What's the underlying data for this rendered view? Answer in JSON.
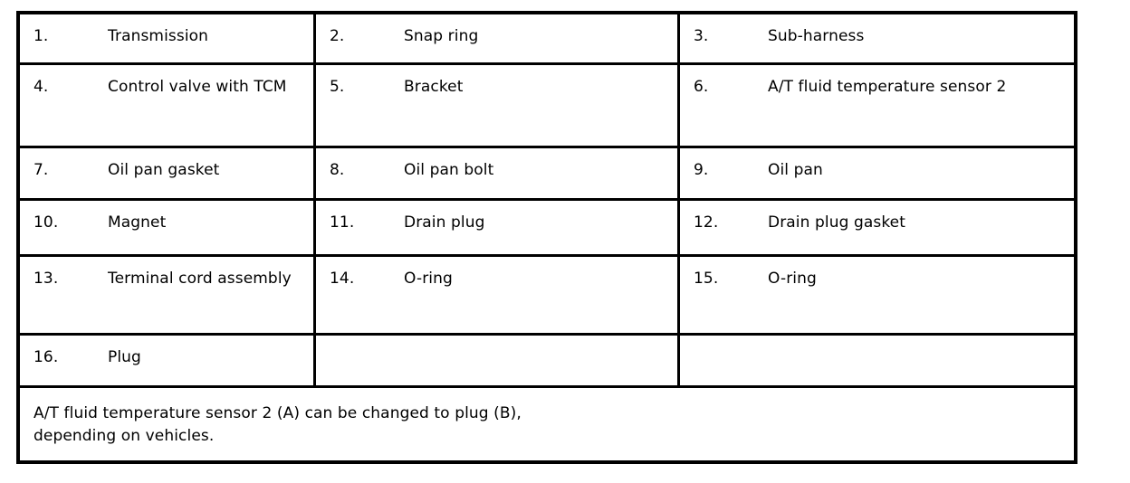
{
  "table": {
    "columns": 3,
    "rows": [
      [
        {
          "num": "1.",
          "label": "Transmission"
        },
        {
          "num": "2.",
          "label": "Snap ring"
        },
        {
          "num": "3.",
          "label": "Sub-harness"
        }
      ],
      [
        {
          "num": "4.",
          "label": "Control valve with TCM"
        },
        {
          "num": "5.",
          "label": "Bracket"
        },
        {
          "num": "6.",
          "label": "A/T fluid temperature sensor 2"
        }
      ],
      [
        {
          "num": "7.",
          "label": "Oil pan gasket"
        },
        {
          "num": "8.",
          "label": "Oil pan bolt"
        },
        {
          "num": "9.",
          "label": "Oil pan"
        }
      ],
      [
        {
          "num": "10.",
          "label": "Magnet"
        },
        {
          "num": "11.",
          "label": "Drain plug"
        },
        {
          "num": "12.",
          "label": "Drain plug gasket"
        }
      ],
      [
        {
          "num": "13.",
          "label": "Terminal cord assembly"
        },
        {
          "num": "14.",
          "label": "O-ring"
        },
        {
          "num": "15.",
          "label": "O-ring"
        }
      ],
      [
        {
          "num": "16.",
          "label": "Plug"
        },
        {
          "num": "",
          "label": ""
        },
        {
          "num": "",
          "label": ""
        }
      ]
    ],
    "note": "A/T fluid temperature sensor 2 (A) can be changed to plug (B),\ndepending on vehicles."
  },
  "style": {
    "border_color": "#000000",
    "background_color": "#ffffff",
    "text_color": "#000000"
  }
}
